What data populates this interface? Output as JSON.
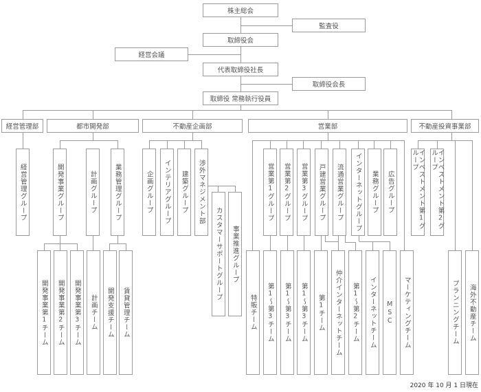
{
  "top": {
    "shareholders": "株主総会",
    "auditor": "監査役",
    "board": "取締役会",
    "mgmt_meeting": "経営会議",
    "president": "代表取締役社長",
    "chairman": "取締役会長",
    "executive": "取締役 常務執行役員"
  },
  "departments": [
    "経営管理部",
    "都市開発部",
    "不動産企画部",
    "営業部",
    "不動産投資事業部"
  ],
  "groups": {
    "admin": [
      "経営管理グループ"
    ],
    "urban": [
      "開発事業グループ",
      "計画グループ",
      "業務管理グループ"
    ],
    "planning": [
      "企画グループ",
      "インテリアグループ",
      "建築グループ",
      "渉外マネジメント部"
    ],
    "external": [
      "カスタマーサポートグループ",
      "事業推進グループ"
    ],
    "sales": [
      "営業第1グループ",
      "営業第2グループ",
      "営業第3グループ",
      "戸建営業グループ",
      "流通営業グループ",
      "インターネットグループ",
      "業務グループ",
      "広告グループ"
    ],
    "investment": [
      "インベストメント第1グループ",
      "インベストメント第2グループ"
    ]
  },
  "teams": {
    "urban": [
      "開発事業第1チーム",
      "開発事業第2チーム",
      "開発事業第3チーム",
      "計画チーム",
      "開発支援チーム",
      "賃貸管理チーム"
    ],
    "sales": [
      "特販チーム",
      "第1～第3チーム",
      "第1～第3チーム",
      "第1～第3チーム",
      "第1チーム",
      "仲介インターネットチーム",
      "第1～第2チーム",
      "インターネットチーム",
      "MSC",
      "マーケティングチーム"
    ],
    "investment": [
      "プランニングチーム",
      "海外不動産チーム"
    ]
  },
  "as_of_date": "2020 年 10 月 1 日現在"
}
